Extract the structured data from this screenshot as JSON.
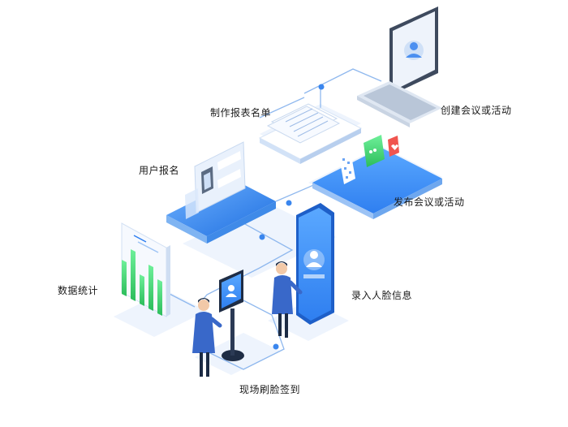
{
  "labels": {
    "create_meeting": "创建会议或活动",
    "make_registration_list": "制作报表名单",
    "user_registration": "用户报名",
    "publish_meeting": "发布会议或活动",
    "data_statistics": "数据统计",
    "enter_face_info": "录入人脸信息",
    "onsite_face_checkin": "现场刷脸签到"
  },
  "colors": {
    "accent_blue": "#2f7ff0",
    "light_blue": "#dbe9fb",
    "green": "#3ecf6a",
    "red": "#f0554f",
    "path_blue": "#8fb8ee"
  }
}
